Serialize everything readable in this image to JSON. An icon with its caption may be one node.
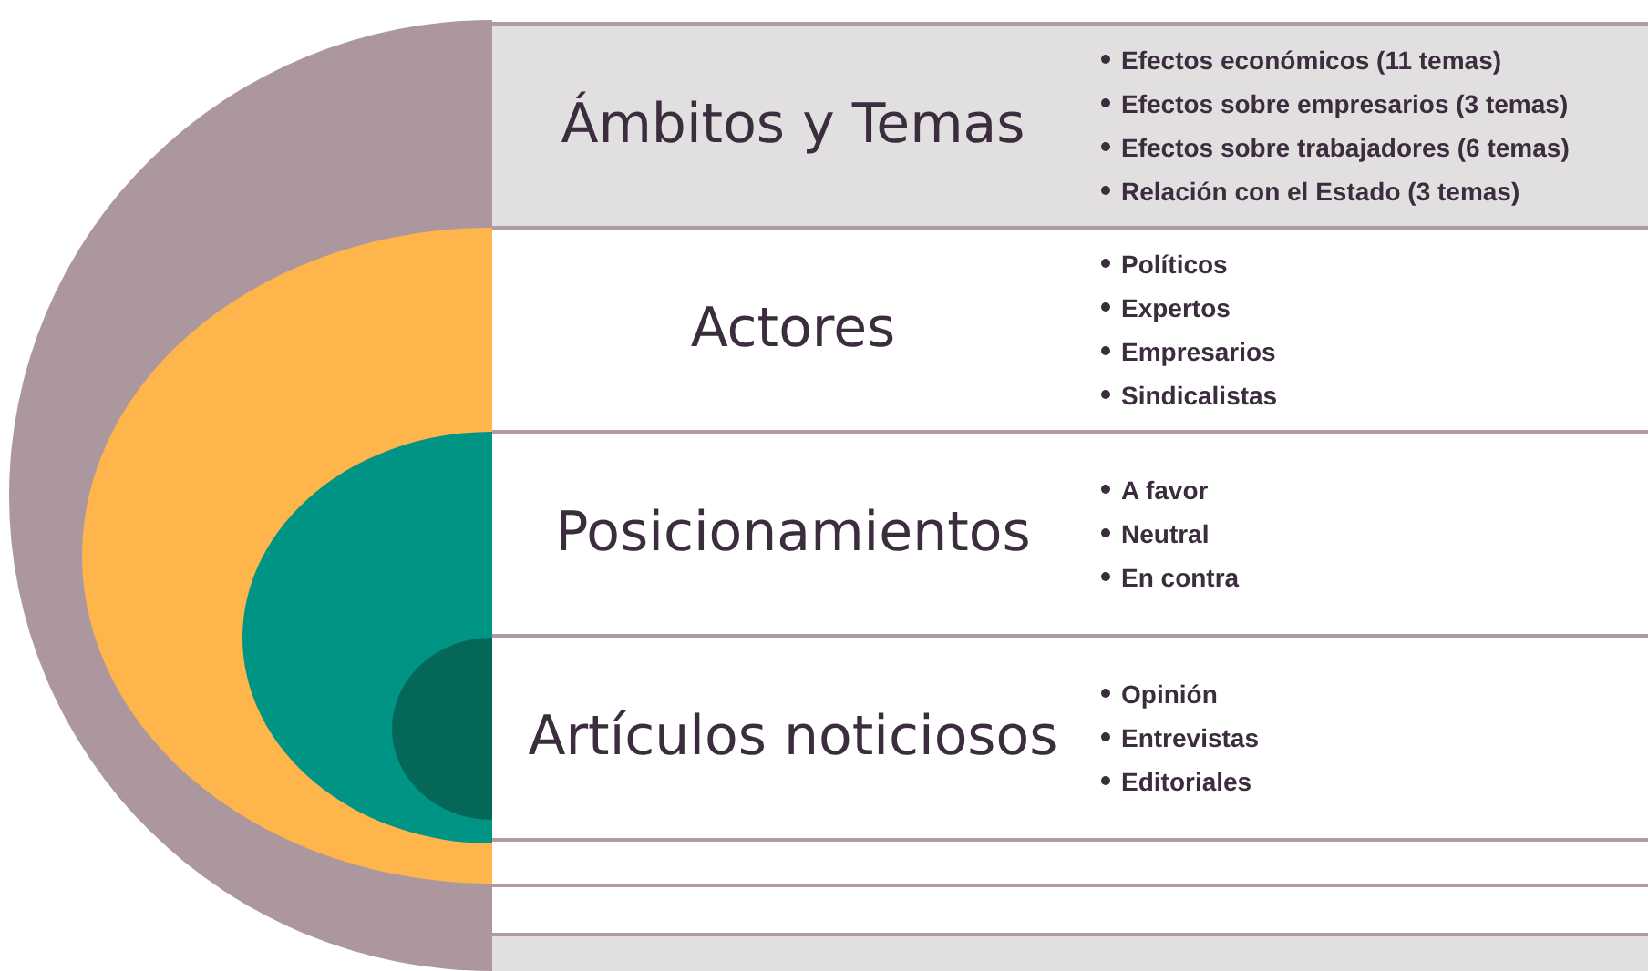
{
  "diagram": {
    "nodes": [
      {
        "text": [],
        "shape": "circle"
      },
      {
        "text": [],
        "shape": "circle",
        "in": 0
      },
      {
        "text": [],
        "shape": "circle",
        "in": 1
      },
      {
        "text": [],
        "shape": "circle",
        "in": 2
      },
      {
        "text": [
          "Ámbitos y Temas",
          "Efectos económicos (11 temas)",
          "Efectos sobre empresarios (3 temas)",
          "Efectos sobre trabajadores (6 temas)",
          "Relación con el Estado (3 temas)"
        ]
      },
      {
        "text": [
          "Actores",
          "Políticos",
          "Expertos",
          "Empresarios",
          "Sindicalistas"
        ]
      },
      {
        "text": [
          "Posicionamientos",
          "A favor",
          "Neutral",
          "En contra"
        ]
      },
      {
        "text": [
          "Artículos noticiosos",
          "Opinión",
          "Entrevistas",
          "Editoriales"
        ]
      },
      {
        "text": [],
        "shape": "bar"
      },
      {
        "text": [],
        "shape": "bar"
      },
      {
        "text": [],
        "shape": "bar"
      }
    ],
    "edges": []
  }
}
